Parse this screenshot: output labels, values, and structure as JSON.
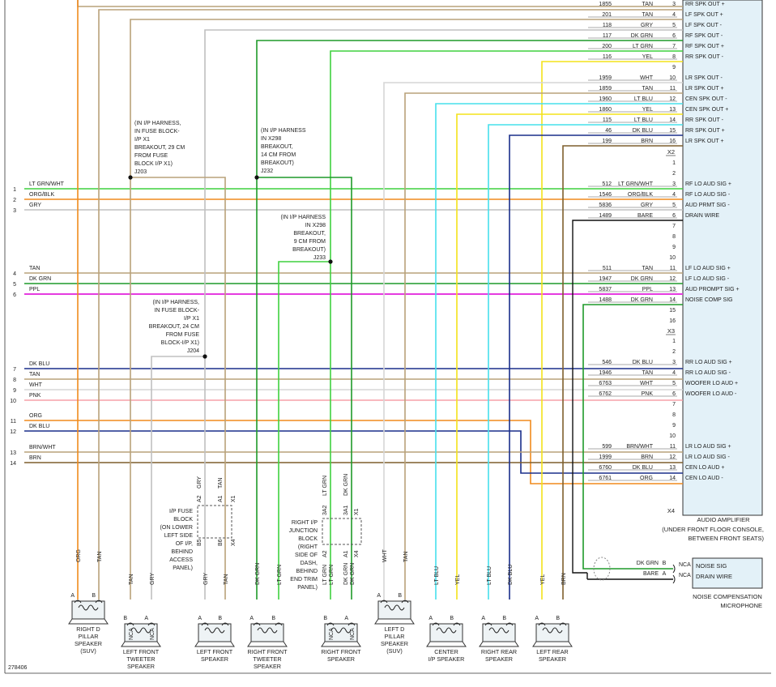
{
  "figure_id": "278406",
  "amplifier": {
    "title": "AUDIO AMPLIFIER",
    "location": [
      "(UNDER FRONT FLOOR CONSOLE,",
      "BETWEEN FRONT SEATS)"
    ],
    "connectors": [
      "X2",
      "X3",
      "X4"
    ]
  },
  "x1_rows": [
    {
      "pin": "3",
      "circuit": "1855",
      "color": "TAN",
      "signal": "RR SPK OUT +"
    },
    {
      "pin": "4",
      "circuit": "201",
      "color": "TAN",
      "signal": "LF SPK OUT +"
    },
    {
      "pin": "5",
      "circuit": "118",
      "color": "GRY",
      "signal": "LF SPK OUT -"
    },
    {
      "pin": "6",
      "circuit": "117",
      "color": "DK GRN",
      "signal": "RF SPK OUT -"
    },
    {
      "pin": "7",
      "circuit": "200",
      "color": "LT GRN",
      "signal": "RF SPK OUT +"
    },
    {
      "pin": "8",
      "circuit": "116",
      "color": "YEL",
      "signal": "RR SPK OUT -"
    },
    {
      "pin": "9",
      "circuit": "",
      "color": "",
      "signal": ""
    },
    {
      "pin": "10",
      "circuit": "1959",
      "color": "WHT",
      "signal": "LR SPK OUT -"
    },
    {
      "pin": "11",
      "circuit": "1859",
      "color": "TAN",
      "signal": "LR SPK OUT +"
    },
    {
      "pin": "12",
      "circuit": "1960",
      "color": "LT BLU",
      "signal": "CEN SPK OUT -"
    },
    {
      "pin": "13",
      "circuit": "1860",
      "color": "YEL",
      "signal": "CEN SPK OUT +"
    },
    {
      "pin": "14",
      "circuit": "115",
      "color": "LT BLU",
      "signal": "RR SPK OUT -"
    },
    {
      "pin": "15",
      "circuit": "46",
      "color": "DK BLU",
      "signal": "RR SPK OUT +"
    },
    {
      "pin": "16",
      "circuit": "199",
      "color": "BRN",
      "signal": "LR SPK OUT +"
    }
  ],
  "x2_rows": [
    {
      "pin": "1",
      "circuit": "",
      "color": "",
      "signal": ""
    },
    {
      "pin": "2",
      "circuit": "",
      "color": "",
      "signal": ""
    },
    {
      "pin": "3",
      "circuit": "512",
      "color": "LT GRN/WHT",
      "signal": "RF LO AUD SIG +"
    },
    {
      "pin": "4",
      "circuit": "1546",
      "color": "ORG/BLK",
      "signal": "RF LO AUD SIG -"
    },
    {
      "pin": "5",
      "circuit": "5836",
      "color": "GRY",
      "signal": "AUD PRMT SIG -"
    },
    {
      "pin": "6",
      "circuit": "1489",
      "color": "BARE",
      "signal": "DRAIN WIRE"
    },
    {
      "pin": "7",
      "circuit": "",
      "color": "",
      "signal": ""
    },
    {
      "pin": "8",
      "circuit": "",
      "color": "",
      "signal": ""
    },
    {
      "pin": "9",
      "circuit": "",
      "color": "",
      "signal": ""
    },
    {
      "pin": "10",
      "circuit": "",
      "color": "",
      "signal": ""
    },
    {
      "pin": "11",
      "circuit": "511",
      "color": "TAN",
      "signal": "LF LO AUD SIG +"
    },
    {
      "pin": "12",
      "circuit": "1947",
      "color": "DK GRN",
      "signal": "LF LO AUD SIG -"
    },
    {
      "pin": "13",
      "circuit": "5837",
      "color": "PPL",
      "signal": "AUD PROMPT SIG +"
    },
    {
      "pin": "14",
      "circuit": "1488",
      "color": "DK GRN",
      "signal": "NOISE COMP SIG"
    },
    {
      "pin": "15",
      "circuit": "",
      "color": "",
      "signal": ""
    },
    {
      "pin": "16",
      "circuit": "",
      "color": "",
      "signal": ""
    }
  ],
  "x3_rows": [
    {
      "pin": "1",
      "circuit": "",
      "color": "",
      "signal": ""
    },
    {
      "pin": "2",
      "circuit": "",
      "color": "",
      "signal": ""
    },
    {
      "pin": "3",
      "circuit": "546",
      "color": "DK BLU",
      "signal": "RR LO AUD SIG +"
    },
    {
      "pin": "4",
      "circuit": "1946",
      "color": "TAN",
      "signal": "RR LO AUD SIG -"
    },
    {
      "pin": "5",
      "circuit": "6763",
      "color": "WHT",
      "signal": "WOOFER LO AUD +"
    },
    {
      "pin": "6",
      "circuit": "6762",
      "color": "PNK",
      "signal": "WOOFER LO AUD -"
    },
    {
      "pin": "7",
      "circuit": "",
      "color": "",
      "signal": ""
    },
    {
      "pin": "8",
      "circuit": "",
      "color": "",
      "signal": ""
    },
    {
      "pin": "9",
      "circuit": "",
      "color": "",
      "signal": ""
    },
    {
      "pin": "10",
      "circuit": "",
      "color": "",
      "signal": ""
    },
    {
      "pin": "11",
      "circuit": "599",
      "color": "BRN/WHT",
      "signal": "LR LO AUD SIG +"
    },
    {
      "pin": "12",
      "circuit": "1999",
      "color": "BRN",
      "signal": "LR LO AUD SIG -"
    },
    {
      "pin": "13",
      "circuit": "6760",
      "color": "DK BLU",
      "signal": "CEN LO AUD +"
    },
    {
      "pin": "14",
      "circuit": "6761",
      "color": "ORG",
      "signal": "CEN LO AUD -"
    }
  ],
  "left_wires": [
    {
      "num": "1",
      "label": "LT GRN/WHT"
    },
    {
      "num": "2",
      "label": "ORG/BLK"
    },
    {
      "num": "3",
      "label": "GRY"
    },
    {
      "num": "4",
      "label": "TAN"
    },
    {
      "num": "5",
      "label": "DK GRN"
    },
    {
      "num": "6",
      "label": "PPL"
    },
    {
      "num": "7",
      "label": "DK BLU"
    },
    {
      "num": "8",
      "label": "TAN"
    },
    {
      "num": "9",
      "label": "WHT"
    },
    {
      "num": "10",
      "label": "PNK"
    },
    {
      "num": "11",
      "label": "ORG"
    },
    {
      "num": "12",
      "label": "DK BLU"
    },
    {
      "num": "13",
      "label": "BRN/WHT"
    },
    {
      "num": "14",
      "label": "BRN"
    }
  ],
  "splices": [
    {
      "id": "J203",
      "lines": [
        "(IN I/P HARNESS,",
        "IN FUSE BLOCK-",
        "I/P X1",
        "BREAKOUT, 29 CM",
        "FROM FUSE",
        "BLOCK I/P X1)",
        "J203"
      ]
    },
    {
      "id": "J232",
      "lines": [
        "(IN I/P HARNESS",
        "IN X298",
        "BREAKOUT,",
        "14 CM FROM",
        "BREAKOUT)",
        "J232"
      ]
    },
    {
      "id": "J233",
      "lines": [
        "(IN I/P HARNESS",
        "IN X298",
        "BREAKOUT,",
        "9 CM FROM",
        "BREAKOUT)",
        "J233"
      ]
    },
    {
      "id": "J204",
      "lines": [
        "(IN I/P HARNESS,",
        "IN FUSE BLOCK-",
        "I/P X1",
        "BREAKOUT, 24 CM",
        "FROM FUSE",
        "BLOCK-I/P X1)",
        "J204"
      ]
    }
  ],
  "fuse_block": {
    "lines": [
      "I/P FUSE",
      "BLOCK",
      "(ON LOWER",
      "LEFT SIDE",
      "OF I/P,",
      "BEHIND",
      "ACCESS",
      "PANEL)"
    ],
    "pins": [
      "A2",
      "GRY",
      "A1",
      "TAN",
      "X1",
      "B5",
      "B6",
      "X4"
    ]
  },
  "junction_block": {
    "lines": [
      "RIGHT I/P",
      "JUNCTION",
      "BLOCK",
      "(RIGHT",
      "SIDE OF",
      "DASH,",
      "BEHIND",
      "END TRIM",
      "PANEL)"
    ],
    "pins": [
      "3A2",
      "LT GRN",
      "3A1",
      "DK GRN",
      "A2",
      "LT GRN",
      "A1",
      "DK GRN",
      "X1",
      "X4"
    ]
  },
  "speakers": [
    {
      "name": [
        "RIGHT D",
        "PILLAR",
        "SPEAKER",
        "(SUV)"
      ],
      "w1": "ORG",
      "w2": "TAN",
      "p1": "A",
      "p2": "B"
    },
    {
      "name": [
        "LEFT FRONT",
        "TWEETER",
        "SPEAKER"
      ],
      "w1": "TAN",
      "w2": "GRY",
      "p1": "B",
      "p2": "A"
    },
    {
      "name": [
        "LEFT FRONT",
        "SPEAKER"
      ],
      "w1": "GRY",
      "w2": "TAN",
      "p1": "A",
      "p2": "B"
    },
    {
      "name": [
        "RIGHT FRONT",
        "TWEETER",
        "SPEAKER"
      ],
      "w1": "DK GRN",
      "w2": "LT GRN",
      "p1": "A",
      "p2": "B"
    },
    {
      "name": [
        "RIGHT FRONT",
        "SPEAKER"
      ],
      "w1": "LT GRN",
      "w2": "DK GRN",
      "p1": "B",
      "p2": "A"
    },
    {
      "name": [
        "LEFT D",
        "PILLAR",
        "SPEAKER",
        "(SUV)"
      ],
      "w1": "WHT",
      "w2": "TAN",
      "p1": "A",
      "p2": "B"
    },
    {
      "name": [
        "CENTER",
        "I/P SPEAKER"
      ],
      "w1": "LT BLU",
      "w2": "YEL",
      "p1": "A",
      "p2": "B"
    },
    {
      "name": [
        "RIGHT REAR",
        "SPEAKER"
      ],
      "w1": "LT BLU",
      "w2": "DK BLU",
      "p1": "A",
      "p2": "B"
    },
    {
      "name": [
        "LEFT REAR",
        "SPEAKER"
      ],
      "w1": "YEL",
      "w2": "BRN",
      "p1": "A",
      "p2": "B"
    }
  ],
  "nca": "NCA",
  "microphone": {
    "signals": [
      "NOISE SIG",
      "DRAIN WIRE"
    ],
    "wires": [
      "DK GRN",
      "BARE"
    ],
    "pins": [
      "B",
      "A"
    ],
    "name": [
      "NOISE COMPENSATION",
      "MICROPHONE"
    ]
  },
  "colors": {
    "tan": "#b9a27a",
    "orange": "#f08a1d",
    "gray": "#c0c0c0",
    "dkgreen": "#1f9a2a",
    "ltgreen": "#3fd13f",
    "yellow": "#f4e31a",
    "white": "#d6d6d6",
    "ltblue": "#46e0ec",
    "dkblue": "#1a2f8a",
    "brown": "#7e5f2d",
    "purple": "#e53ce0",
    "pink": "#f6a0a8",
    "amp": "#e3f1f8"
  }
}
